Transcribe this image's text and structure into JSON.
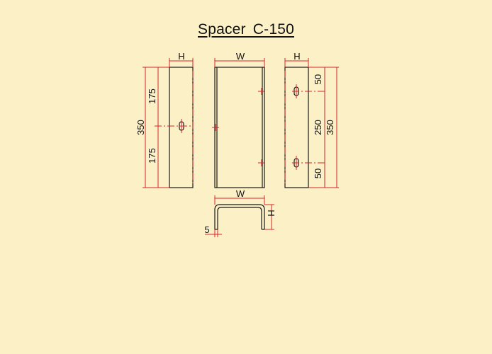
{
  "title": "Spacer  C-150",
  "side_view_left": {
    "width_label": "H",
    "overall_label": "350",
    "upper_label": "175",
    "lower_label": "175"
  },
  "front_view": {
    "width_label": "W"
  },
  "side_view_right": {
    "width_label": "H",
    "top_label": "50",
    "middle_label": "250",
    "bottom_label": "50",
    "overall_label": "350"
  },
  "section_view": {
    "width_label": "W",
    "height_label": "H",
    "thickness_label": "5"
  },
  "colors": {
    "background": "#fbf0c6",
    "object_line": "#1a1a1a",
    "dimension_line": "#d9232a"
  }
}
